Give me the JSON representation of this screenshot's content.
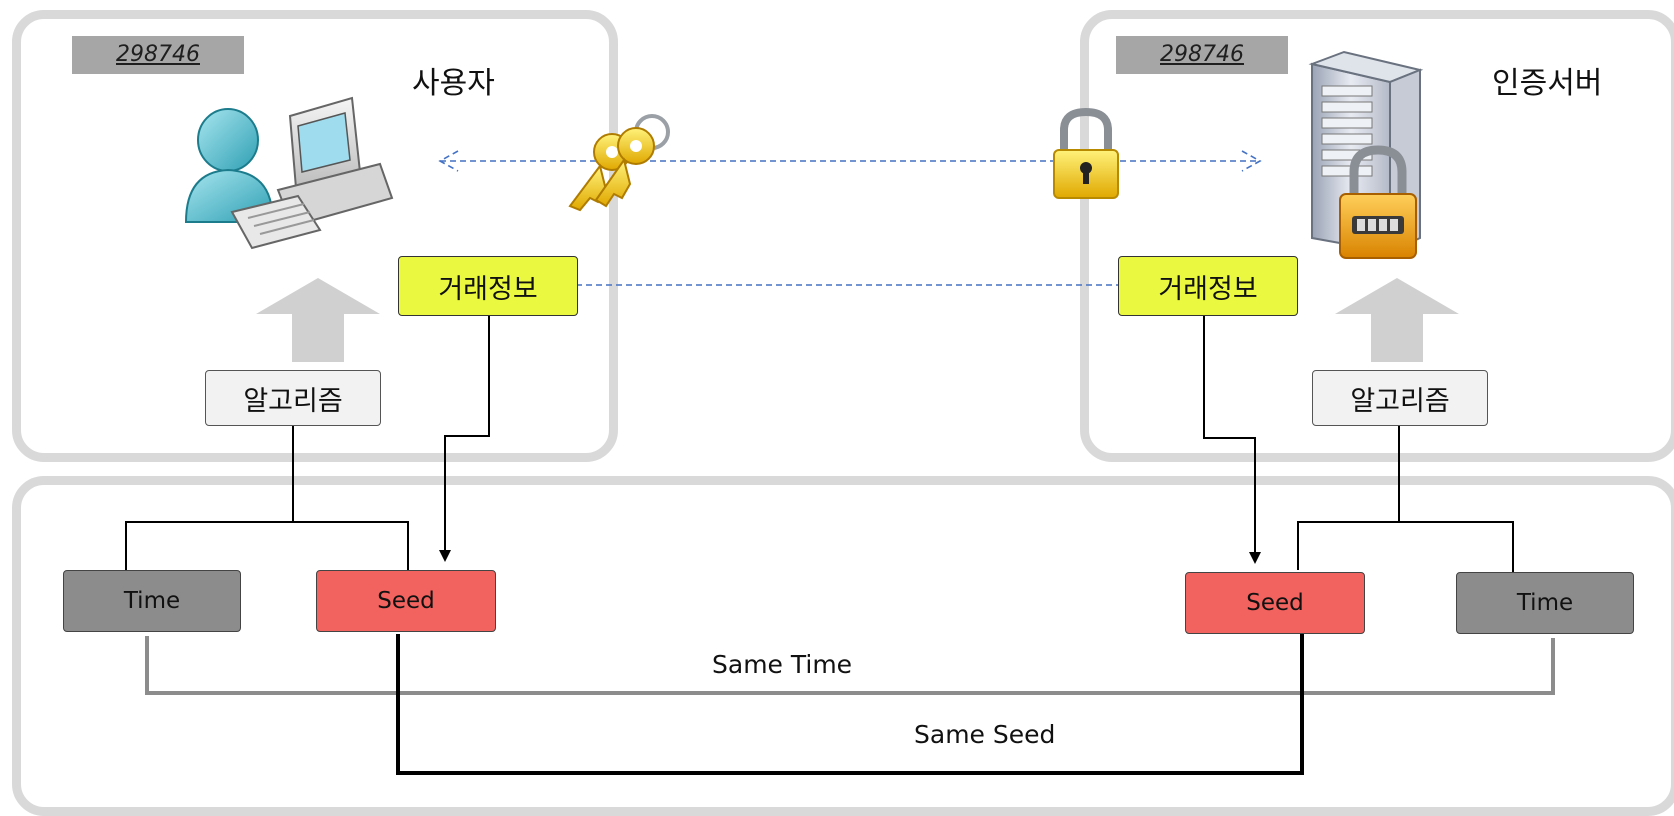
{
  "user_panel": {
    "otp_code": "298746",
    "title": "사용자",
    "transaction_info": "거래정보",
    "algorithm": "알고리즘"
  },
  "server_panel": {
    "otp_code": "298746",
    "title": "인증서버",
    "transaction_info": "거래정보",
    "algorithm": "알고리즘"
  },
  "bottom_panel": {
    "user_time": "Time",
    "user_seed": "Seed",
    "server_seed": "Seed",
    "server_time": "Time",
    "same_time_label": "Same Time",
    "same_seed_label": "Same Seed"
  },
  "colors": {
    "panel_border": "#d9d9d9",
    "otp_bg": "#a6a6a6",
    "transaction_bg": "#eaf940",
    "seed_bg": "#f2625e",
    "time_bg": "#8c8c8c",
    "algorithm_bg": "#f2f2f2",
    "dashed_line": "#4472c4",
    "arrow_up": "#d0d0d0"
  },
  "icons": [
    "user-computer-icon",
    "keys-icon",
    "padlock-icon",
    "server-lock-icon"
  ]
}
